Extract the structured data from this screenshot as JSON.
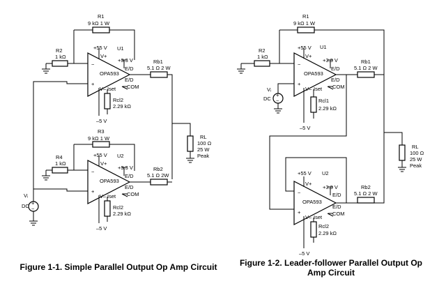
{
  "figures": [
    {
      "caption": "Figure 1-1. Simple Parallel Output Op Amp Circuit",
      "opamps": [
        {
          "name": "U1",
          "part": "OPA593",
          "vpos": "+55 V",
          "vneg": "–5 V",
          "ed_supply": "+3.3 V",
          "pin_vp": "V+",
          "pin_vn": "V–",
          "pin_ed": "E/D",
          "pin_ed2": "E/D",
          "pin_com": "COM",
          "pin_iset": "Iset"
        },
        {
          "name": "U2",
          "part": "OPA593",
          "vpos": "+55 V",
          "vneg": "–5 V",
          "ed_supply": "+3.3 V",
          "pin_vp": "V+",
          "pin_vn": "V–",
          "pin_ed": "E/D",
          "pin_ed2": "E/D",
          "pin_com": "COM",
          "pin_iset": "Iset"
        }
      ],
      "resistors": [
        {
          "ref": "R1",
          "value": "9 kΩ 1 W"
        },
        {
          "ref": "R2",
          "value": "1 kΩ"
        },
        {
          "ref": "Rb1",
          "value": "5.1 Ω 2 W"
        },
        {
          "ref": "Rcl2",
          "value": "2.29 kΩ"
        },
        {
          "ref": "R3",
          "value": "9 kΩ 1 W"
        },
        {
          "ref": "R4",
          "value": "1 kΩ"
        },
        {
          "ref": "Rb2",
          "value": "5.1 Ω  2W"
        },
        {
          "ref": "Rcl2",
          "value": "2.29 kΩ"
        }
      ],
      "load": {
        "ref": "RL",
        "value": "100 Ω",
        "power": "25 W",
        "note": "Peak"
      },
      "source": {
        "ref": "Vᵢ",
        "type": "DC"
      }
    },
    {
      "caption": "Figure 1-2. Leader-follower Parallel Output Op Amp Circuit",
      "opamps": [
        {
          "name": "U1",
          "part": "OPA593",
          "vpos": "+55 V",
          "vneg": "–5 V",
          "ed_supply": "+3.3 V",
          "pin_vp": "V+",
          "pin_vn": "V–",
          "pin_ed": "E/D",
          "pin_ed2": "E/D",
          "pin_com": "COM",
          "pin_iset": "Iset"
        },
        {
          "name": "U2",
          "part": "OPA593",
          "vpos": "+55 V",
          "vneg": "–5 V",
          "ed_supply": "+3.3 V",
          "pin_vp": "V+",
          "pin_vn": "V–",
          "pin_ed": "E/D",
          "pin_ed2": "E/D",
          "pin_com": "COM",
          "pin_iset": "Iset"
        }
      ],
      "resistors": [
        {
          "ref": "R1",
          "value": "9 kΩ 1 W"
        },
        {
          "ref": "R2",
          "value": "1 kΩ"
        },
        {
          "ref": "Rb1",
          "value": "5.1 Ω  2 W"
        },
        {
          "ref": "Rcl1",
          "value": "2.29 kΩ"
        },
        {
          "ref": "Rb2",
          "value": "5.1 Ω  2 W"
        },
        {
          "ref": "Rcl2",
          "value": "2.29 kΩ"
        }
      ],
      "load": {
        "ref": "RL",
        "value": "100 Ω",
        "power": "25 W",
        "note": "Peak"
      },
      "source": {
        "ref": "Vᵢ",
        "type": "DC"
      }
    }
  ]
}
